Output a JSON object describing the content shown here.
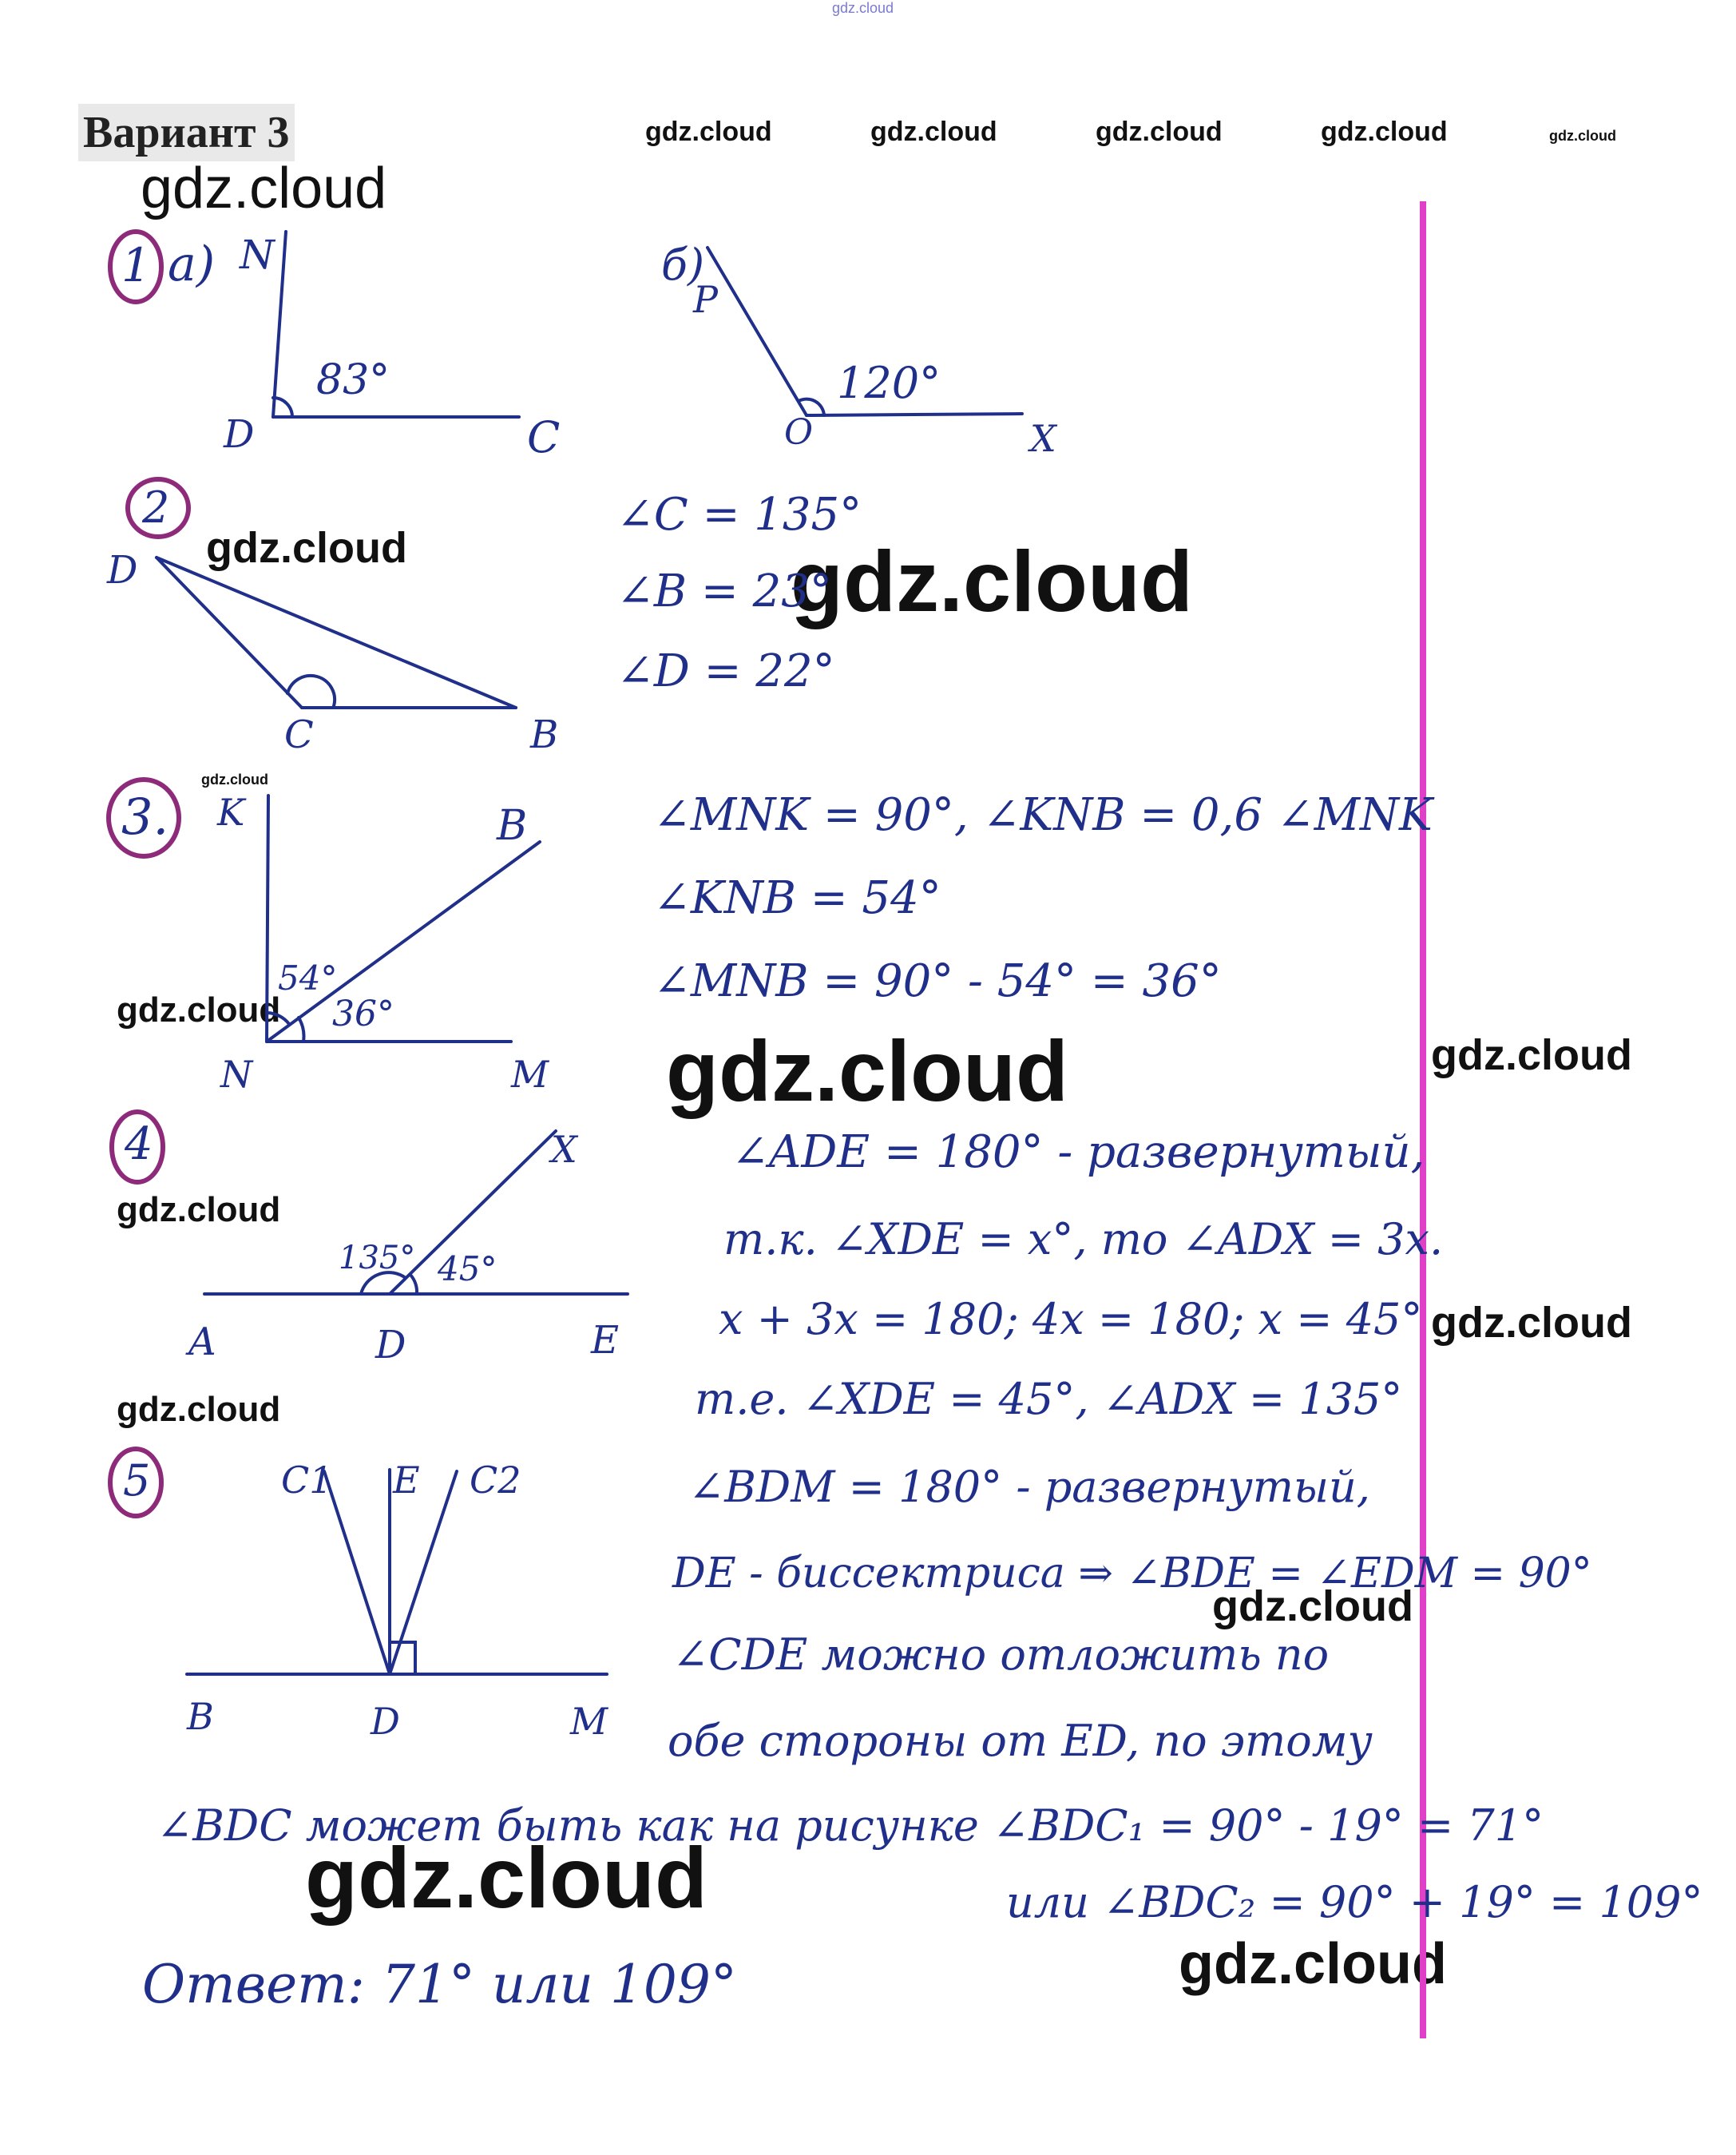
{
  "header": {
    "variant_title": "Вариант 3",
    "top_watermark": "gdz.cloud"
  },
  "watermarks": [
    "gdz.cloud"
  ],
  "problems": [
    {
      "number": "1",
      "part_a": {
        "label": "а)",
        "points": [
          "N",
          "D",
          "C"
        ],
        "angle": "83°"
      },
      "part_b": {
        "label": "б)",
        "points": [
          "P",
          "O",
          "X"
        ],
        "angle": "120°"
      }
    },
    {
      "number": "2",
      "points": [
        "D",
        "C",
        "B"
      ],
      "lines": [
        "∠C = 135°",
        "∠B = 23°",
        "∠D = 22°"
      ]
    },
    {
      "number": "3.",
      "points": [
        "K",
        "B",
        "N",
        "M"
      ],
      "angles": [
        "54°",
        "36°"
      ],
      "lines": [
        "∠MNK = 90°, ∠KNB = 0,6 ∠MNK",
        "∠KNB = 54°",
        "∠MNB = 90° - 54° = 36°"
      ]
    },
    {
      "number": "4",
      "points": [
        "X",
        "A",
        "D",
        "E"
      ],
      "angles": [
        "135°",
        "45°"
      ],
      "lines": [
        "∠ADE = 180° - развернутый,",
        "т.к. ∠XDE = x°, то ∠ADX = 3x.",
        "x + 3x = 180; 4x = 180; x = 45°",
        "т.е. ∠XDE = 45°, ∠ADX = 135°"
      ]
    },
    {
      "number": "5",
      "points": [
        "C1",
        "E",
        "C2",
        "B",
        "D",
        "M"
      ],
      "lines": [
        "∠BDM = 180° - развернутый,",
        "DE - биссектриса ⇒ ∠BDE = ∠EDM = 90°",
        "∠CDE можно отложить по",
        "обе стороны от ED, по этому",
        "∠BDC может быть как на рисунке ∠BDC₁ = 90° - 19° = 71°",
        "или ∠BDC₂ = 90° + 19° = 109°"
      ],
      "answer": "Ответ: 71° или 109°"
    }
  ],
  "colors": {
    "ink": "#1f2f8a",
    "circle": "#8e2a7a",
    "margin_line": "#e040c8"
  }
}
